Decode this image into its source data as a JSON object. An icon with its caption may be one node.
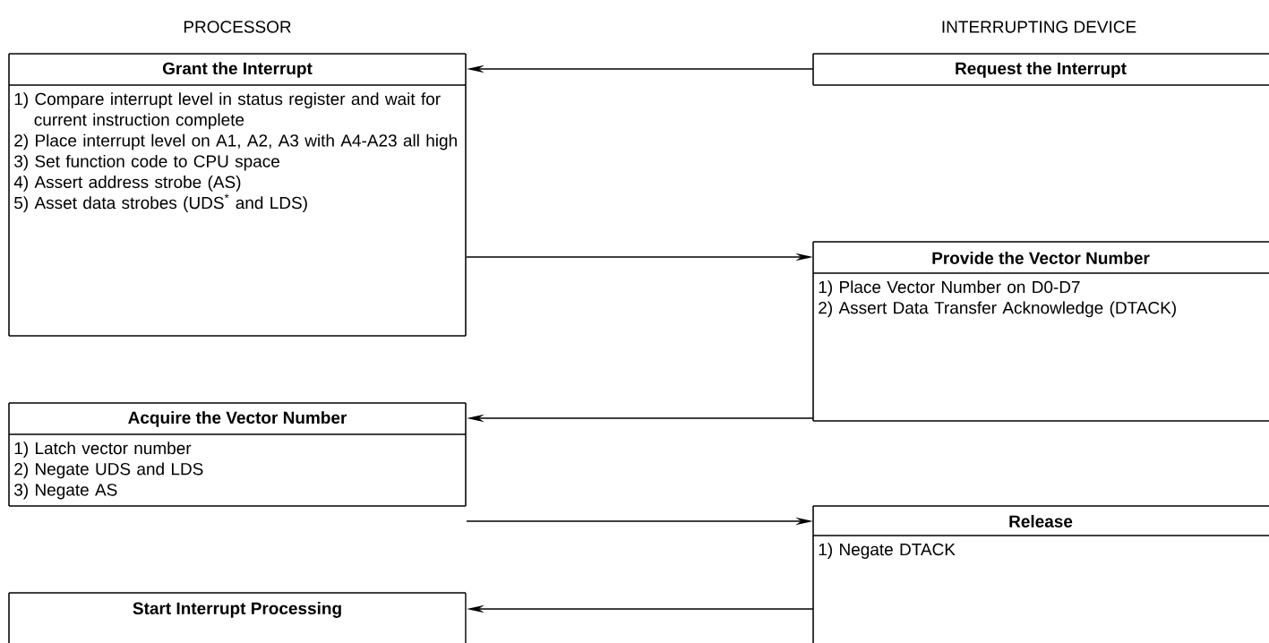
{
  "diagram": {
    "nodes": [
      {
        "text": [
          "Grant the Interrupt",
          "1) Compare interrupt level in status register and wait for current instruction complete",
          "2) Place interrupt level on A1, A2, A3 with A4-A23 all high",
          "3) Set function code to CPU space",
          "4) Assert address strobe (AS)",
          "5) Asset data strobes (UDS$^{*}$ and LDS)"
        ]
      },
      {
        "text": [
          "Request the Interrupt"
        ]
      },
      {
        "text": [
          "Provide the Vector Number",
          "1) Place Vector Number on D0-D7",
          "2) Assert Data Transfer Acknowledge (DTACK)"
        ]
      },
      {
        "text": [
          "Acquire the Vector Number",
          "1) Latch vector number",
          "2) Negate UDS and LDS",
          "3) Negate AS"
        ]
      },
      {
        "text": [
          "Release",
          "1) Negate DTACK"
        ]
      },
      {
        "text": [
          "Start Interrupt Processing"
        ]
      }
    ],
    "edges": [
      {
        "from": 1,
        "to": 0,
        "arrow": "to"
      },
      {
        "from": 0,
        "to": 2,
        "arrow": "to"
      },
      {
        "from": 2,
        "to": 3,
        "arrow": "to"
      },
      {
        "from": 3,
        "to": 4,
        "arrow": "to"
      },
      {
        "from": 4,
        "to": 5,
        "arrow": "to"
      }
    ],
    "labels": [
      "PROCESSOR",
      "INTERRUPTING DEVICE"
    ]
  }
}
